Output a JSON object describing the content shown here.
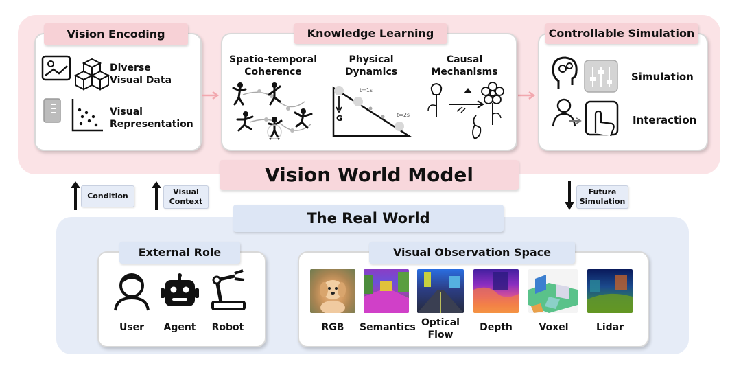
{
  "vision_encoding": {
    "title": "Vision Encoding",
    "item1": [
      "Diverse",
      "Visual Data"
    ],
    "item2": [
      "Visual",
      "Representation"
    ]
  },
  "knowledge_learning": {
    "title": "Knowledge Learning",
    "col1": [
      "Spatio-temporal",
      "Coherence"
    ],
    "col2": [
      "Physical",
      "Dynamics"
    ],
    "col3": [
      "Causal",
      "Mechanisms"
    ],
    "physics_labels": {
      "g": "G",
      "t1": "t=1s",
      "t2": "t=2s"
    }
  },
  "controllable_simulation": {
    "title": "Controllable Simulation",
    "item1": "Simulation",
    "item2": "Interaction"
  },
  "main_title": "Vision World Model",
  "real_world_title": "The Real World",
  "arrows": {
    "condition": "Condition",
    "visual_context": [
      "Visual",
      "Context"
    ],
    "future_simulation": [
      "Future",
      "Simulation"
    ]
  },
  "external_role": {
    "title": "External Role",
    "items": [
      "User",
      "Agent",
      "Robot"
    ]
  },
  "visual_observation": {
    "title": "Visual Observation Space",
    "items": [
      "RGB",
      "Semantics",
      "Optical\nFlow",
      "Depth",
      "Voxel",
      "Lidar"
    ]
  }
}
